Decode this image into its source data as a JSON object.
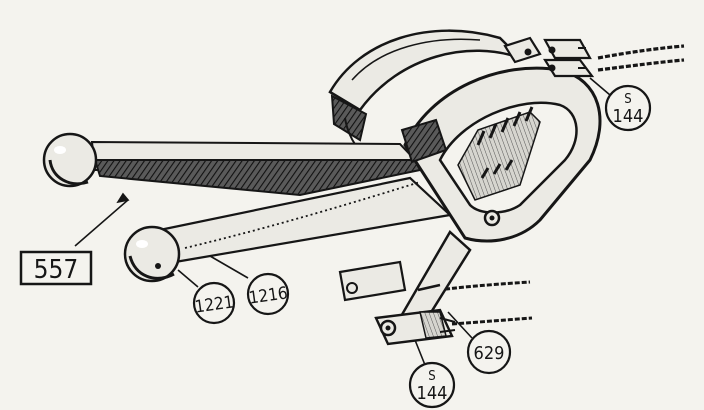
{
  "callouts": {
    "assembly_box": "557",
    "lever_ball": "1221",
    "lever_arm": "1216",
    "cable_end": "629",
    "fitting_top_prefix": "S",
    "fitting_top_number": "144",
    "fitting_bottom_prefix": "S",
    "fitting_bottom_number": "144"
  },
  "colors": {
    "ink": "#161616",
    "paper": "#f4f3ee",
    "metal_light": "#ebeae4",
    "metal_shade": "#3a3a3a"
  }
}
